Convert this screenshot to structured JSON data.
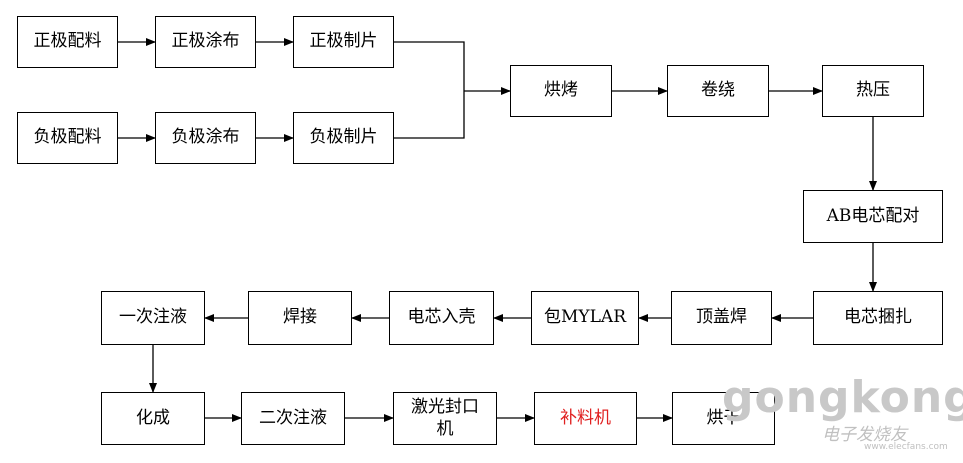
{
  "nodes": {
    "pos_mix": "正极配料",
    "pos_coat": "正极涂布",
    "pos_make": "正极制片",
    "neg_mix": "负极配料",
    "neg_coat": "负极涂布",
    "neg_make": "负极制片",
    "bake": "烘烤",
    "wind": "卷绕",
    "hot_press": "热压",
    "ab_pair": "AB电芯配对",
    "bundle": "电芯捆扎",
    "top_weld": "顶盖焊",
    "mylar": "包MYLAR",
    "into_case": "电芯入壳",
    "weld": "焊接",
    "inject1": "一次注液",
    "formation": "化成",
    "inject2": "二次注液",
    "laser_seal_1": "激光封口",
    "laser_seal_2": "机",
    "refill": "补料机",
    "dry": "烘干"
  },
  "colors": {
    "highlight": "#e02020"
  },
  "watermark": {
    "brand": "gongkong",
    "sub": "电子发烧友",
    "url": "www.elecfans.com"
  }
}
